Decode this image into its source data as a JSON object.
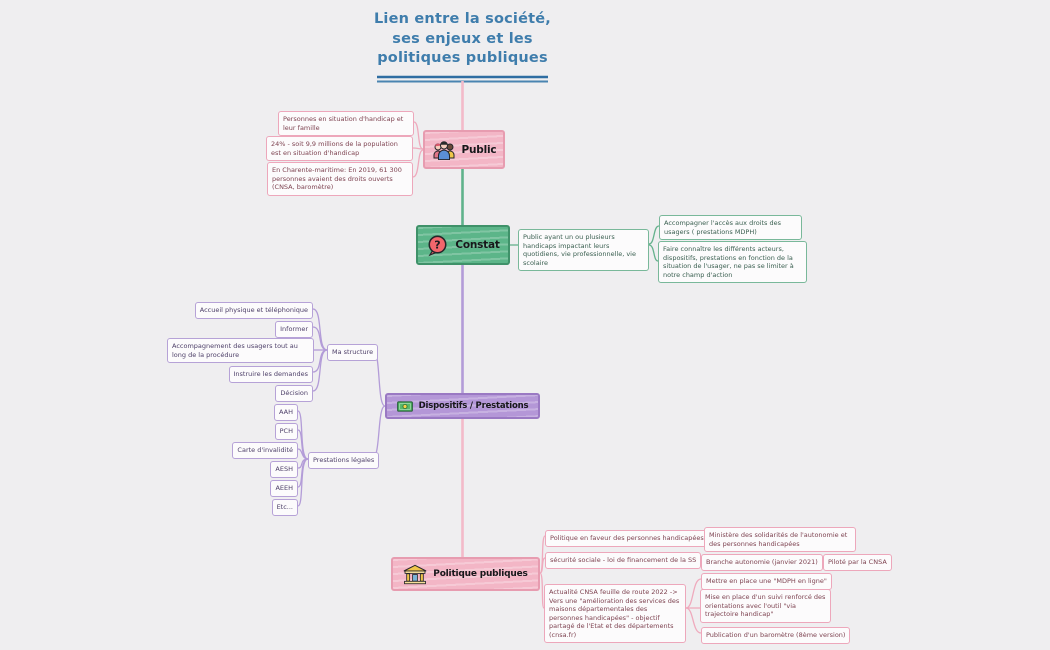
{
  "title": {
    "line1": "Lien entre la société,",
    "line2": "ses enjeux et les",
    "line3": "politiques publiques"
  },
  "colors": {
    "background": "#efeef0",
    "title_blue": "#3f7dac",
    "branch_pink": "#f3b6c6",
    "branch_green": "#5cb589",
    "branch_purple": "#b497d7"
  },
  "nodes": {
    "public": {
      "label": "Public",
      "icon": "people-icon"
    },
    "constat": {
      "label": "Constat",
      "icon": "question-icon"
    },
    "dispositifs": {
      "label": "Dispositifs / Prestations",
      "icon": "banknote-icon"
    },
    "politique": {
      "label": "Politique publiques",
      "icon": "building-icon"
    }
  },
  "public_branch": {
    "items": [
      {
        "text": "Personnes en situation d'handicap et leur famille"
      },
      {
        "text": "24% - soit 9,9 millions de la population est en situation d'handicap"
      },
      {
        "text": "En Charente-maritime: En 2019, 61 300 personnes avaient des droits ouverts (CNSA, baromètre)"
      }
    ]
  },
  "constat_branch": {
    "root": "Public ayant un ou plusieurs handicaps impactant leurs quotidiens, vie professionnelle, vie scolaire",
    "items": [
      {
        "text": "Accompagner l'accès aux droits des usagers ( prestations MDPH)"
      },
      {
        "text": "Faire connaître les différents acteurs, dispositifs, prestations en fonction de la situation de l'usager, ne pas se limiter à notre champ d'action"
      }
    ]
  },
  "dispositifs_branch": {
    "ma_structure": {
      "label": "Ma structure",
      "children": [
        {
          "text": "Accueil physique et téléphonique"
        },
        {
          "text": "Informer"
        },
        {
          "text": "Accompagnement des usagers tout au long de la procédure"
        },
        {
          "text": "Instruire les demandes"
        },
        {
          "text": "Décision"
        }
      ]
    },
    "prestations_legales": {
      "label": "Prestations légales",
      "children": [
        {
          "text": "AAH"
        },
        {
          "text": "PCH"
        },
        {
          "text": "Carte d'invalidité"
        },
        {
          "text": "AESH"
        },
        {
          "text": "AEEH"
        },
        {
          "text": "Etc..."
        }
      ]
    }
  },
  "politique_branch": {
    "items": [
      {
        "text": "Politique en faveur des personnes handicapées",
        "child": "Ministère des solidarités de l'autonomie et des personnes handicapées"
      },
      {
        "text": "sécurité sociale - loi de financement de la SS",
        "child": "Branche autonomie (janvier 2021)",
        "grandchild": "Piloté par la CNSA"
      },
      {
        "text": "Actualité CNSA feuille de route 2022 -> Vers une \"amélioration des services des maisons départementales des personnes handicapées\" - objectif partagé de l'Etat et des départements (cnsa.fr)",
        "children": [
          {
            "text": "Mettre en place une \"MDPH en ligne\""
          },
          {
            "text": "Mise en place d'un suivi renforcé des orientations avec l'outil \"via trajectoire handicap\""
          },
          {
            "text": "Publication d'un baromètre (8ème version)"
          }
        ]
      }
    ]
  }
}
